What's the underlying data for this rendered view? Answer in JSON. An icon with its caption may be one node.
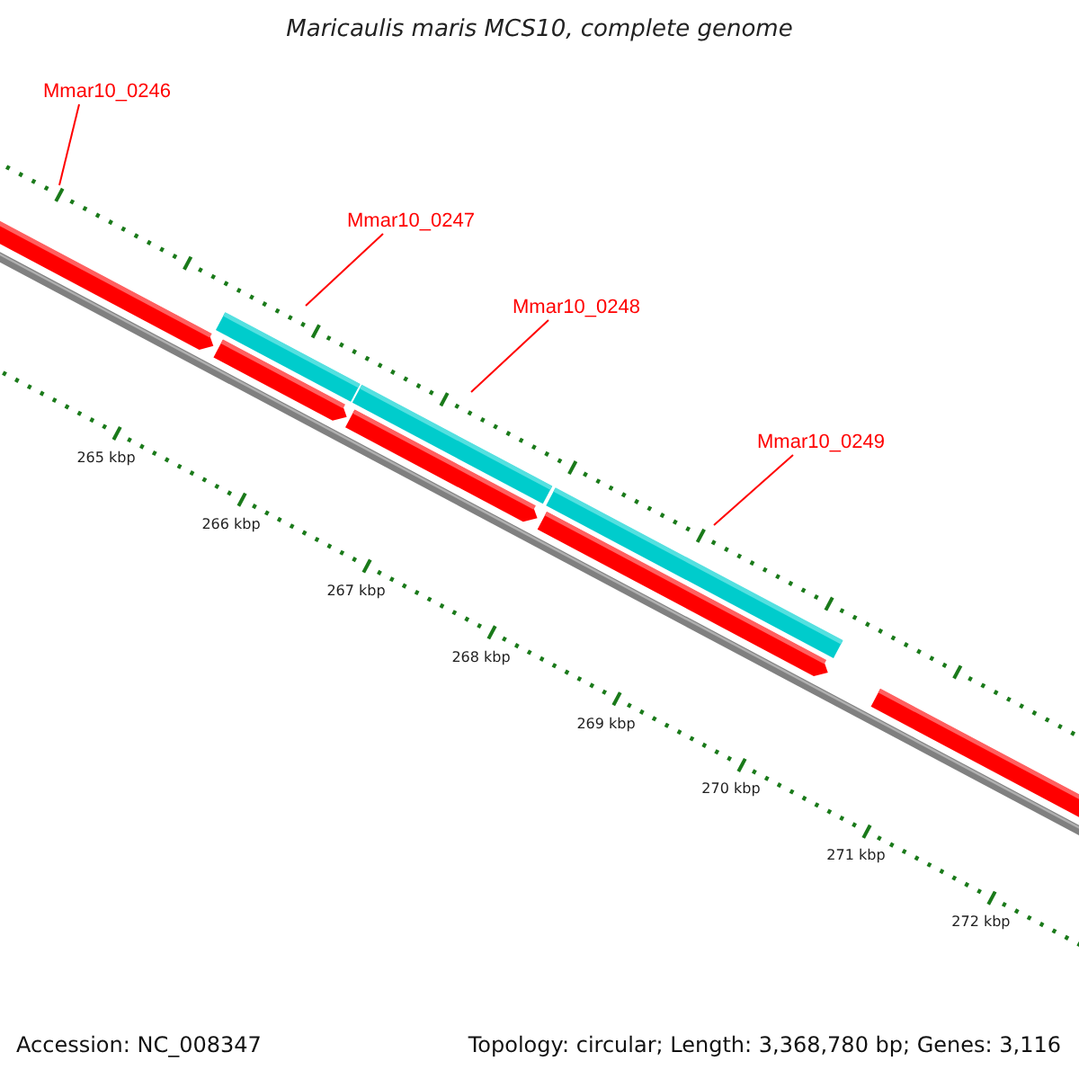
{
  "diagram": {
    "title": "Maricaulis maris MCS10, complete genome",
    "nodes": [
      {
        "text": [
          "Mmar10_0246"
        ]
      },
      {
        "text": [
          "Mmar10_0247"
        ]
      },
      {
        "text": [
          "Mmar10_0248"
        ]
      },
      {
        "text": [
          "Mmar10_0249"
        ]
      },
      {
        "text": [],
        "shape": "bar"
      },
      {
        "text": [],
        "shape": "bar"
      },
      {
        "text": [],
        "shape": "bar"
      },
      {
        "text": [],
        "shape": "bar"
      },
      {
        "text": [],
        "shape": "bar"
      },
      {
        "text": [],
        "shape": "bar"
      },
      {
        "text": [],
        "shape": "bar"
      },
      {
        "text": [],
        "shape": "bar"
      }
    ],
    "edges": [
      {
        "from": 0,
        "to": null,
        "arrow": "none",
        "color": "#ff0000"
      },
      {
        "from": 1,
        "to": 4,
        "arrow": "none",
        "color": "#ff0000"
      },
      {
        "from": 2,
        "to": 5,
        "arrow": "none",
        "color": "#ff0000"
      },
      {
        "from": 3,
        "to": 6,
        "arrow": "none",
        "color": "#ff0000"
      }
    ],
    "labels": [
      "265 kbp",
      "266 kbp",
      "267 kbp",
      "268 kbp",
      "269 kbp",
      "270 kbp",
      "271 kbp",
      "272 kbp",
      "Accession: NC_008347",
      "Topology: circular; Length: 3,368,780 bp; Genes: 3,116"
    ]
  }
}
